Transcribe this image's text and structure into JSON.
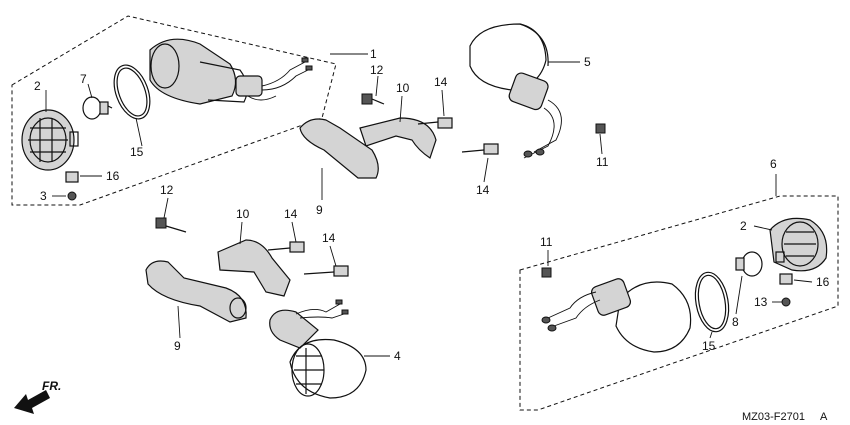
{
  "diagram": {
    "callouts": {
      "c1": "1",
      "c2a": "2",
      "c2b": "2",
      "c3": "3",
      "c4": "4",
      "c5": "5",
      "c6": "6",
      "c7": "7",
      "c8": "8",
      "c9a": "9",
      "c9b": "9",
      "c10a": "10",
      "c10b": "10",
      "c11a": "11",
      "c11b": "11",
      "c12a": "12",
      "c12b": "12",
      "c13": "13",
      "c14a": "14",
      "c14b": "14",
      "c14c": "14",
      "c14d": "14",
      "c15a": "15",
      "c15b": "15",
      "c16a": "16",
      "c16b": "16"
    },
    "direction_label": "FR.",
    "drawing_code": "MZ03-F2701",
    "code_suffix": "A"
  }
}
